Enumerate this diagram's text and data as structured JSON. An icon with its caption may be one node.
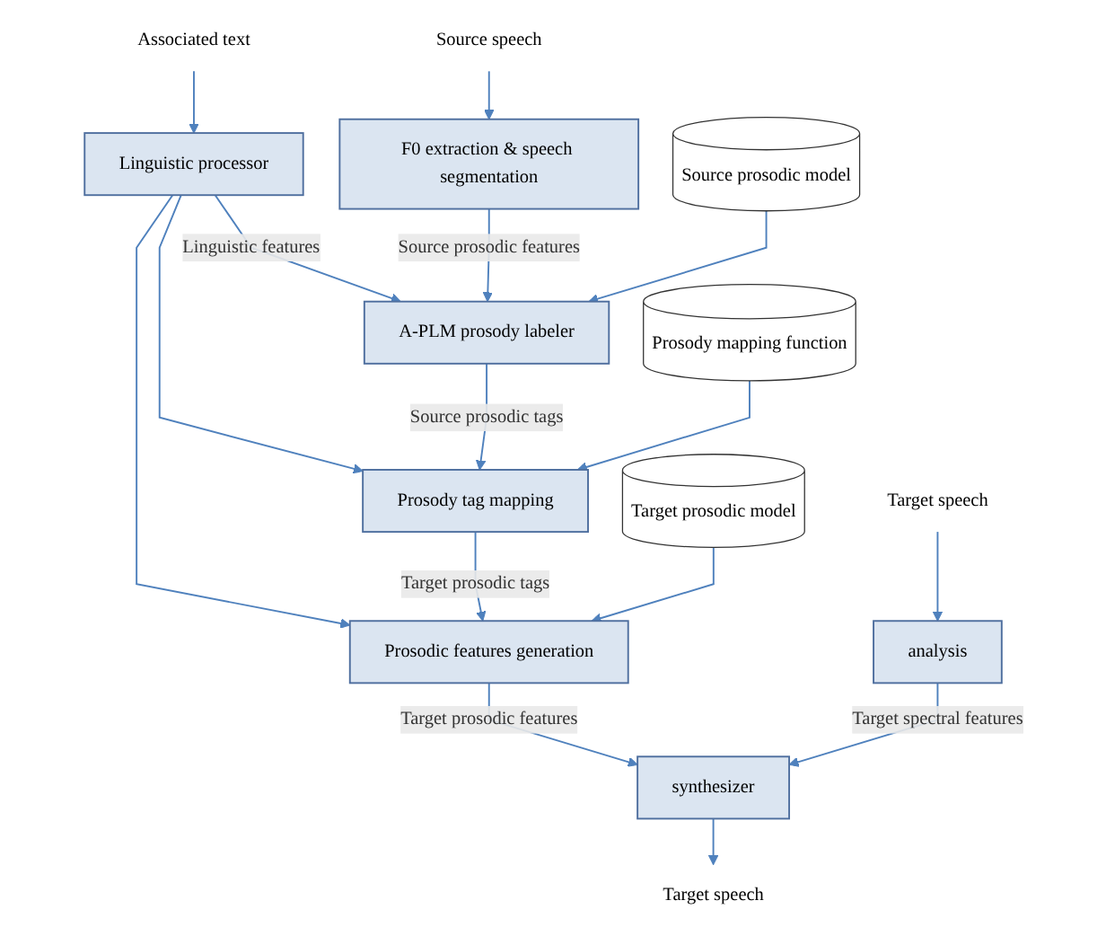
{
  "diagram": {
    "nodes": [
      {
        "text": [
          "Associated text"
        ]
      },
      {
        "text": [
          "Source speech"
        ]
      },
      {
        "text": [
          "Linguistic processor"
        ]
      },
      {
        "text": [
          "F0 extraction & speech segmentation"
        ]
      },
      {
        "text": [
          "A-PLM prosody labeler"
        ]
      },
      {
        "text": [
          "Source prosodic model"
        ]
      },
      {
        "text": [
          "Prosody tag mapping"
        ]
      },
      {
        "text": [
          "Prosody mapping function"
        ]
      },
      {
        "text": [
          "Prosodic features generation"
        ]
      },
      {
        "text": [
          "Target prosodic model"
        ]
      },
      {
        "text": [
          "synthesizer"
        ]
      },
      {
        "text": [
          "analysis"
        ]
      },
      {
        "text": [
          "Target speech"
        ]
      },
      {
        "text": [
          "Target speech"
        ]
      }
    ],
    "edges": [
      {
        "from": 0,
        "to": 2,
        "arrow": "to"
      },
      {
        "from": 1,
        "to": 3,
        "arrow": "to"
      },
      {
        "from": 2,
        "to": 4,
        "arrow": "to",
        "label": "Linguistic features"
      },
      {
        "from": 3,
        "to": 4,
        "arrow": "to",
        "label": "Source prosodic features"
      },
      {
        "from": 5,
        "to": 4,
        "arrow": "to"
      },
      {
        "from": 2,
        "to": 6,
        "arrow": "to"
      },
      {
        "from": 4,
        "to": 6,
        "arrow": "to",
        "label": "Source prosodic tags"
      },
      {
        "from": 7,
        "to": 6,
        "arrow": "to"
      },
      {
        "from": 2,
        "to": 8,
        "arrow": "to"
      },
      {
        "from": 6,
        "to": 8,
        "arrow": "to",
        "label": "Target prosodic tags"
      },
      {
        "from": 9,
        "to": 8,
        "arrow": "to"
      },
      {
        "from": 8,
        "to": 10,
        "arrow": "to",
        "label": "Target prosodic features"
      },
      {
        "from": 11,
        "to": 10,
        "arrow": "to",
        "label": "Target spectral features"
      },
      {
        "from": 12,
        "to": 11,
        "arrow": "to"
      },
      {
        "from": 10,
        "to": 13,
        "arrow": "to"
      }
    ]
  }
}
